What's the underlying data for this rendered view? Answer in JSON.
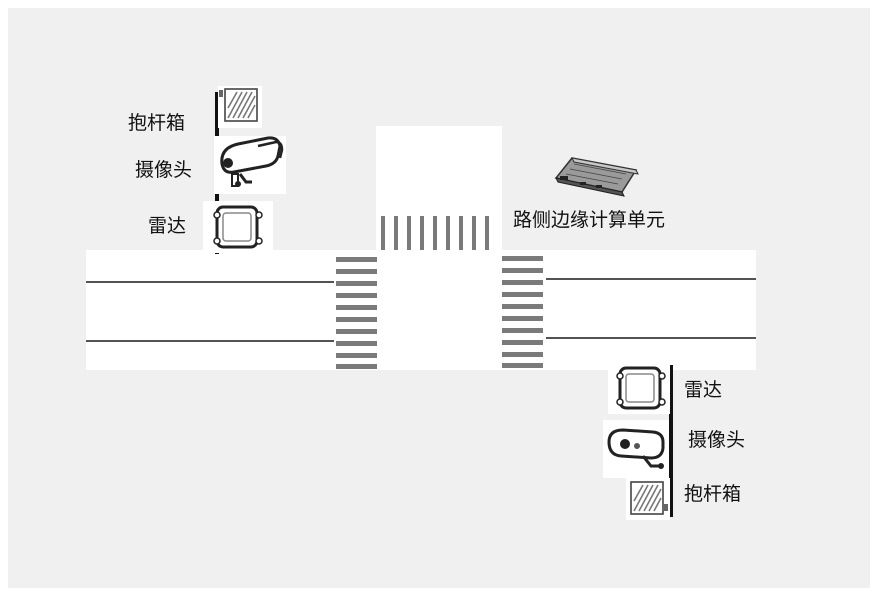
{
  "labels": {
    "pole_box": "抱杆箱",
    "camera": "摄像头",
    "radar": "雷达",
    "edge_unit": "路侧边缘计算单元"
  },
  "colors": {
    "canvas": "#f0f0f0",
    "road": "#ffffff",
    "crosswalk": "#7a7a7a",
    "lane_line": "#1a1a1a",
    "pole": "#111111"
  },
  "icons": [
    "pole-box-icon",
    "camera-icon",
    "radar-icon",
    "edge-computing-unit-icon"
  ]
}
